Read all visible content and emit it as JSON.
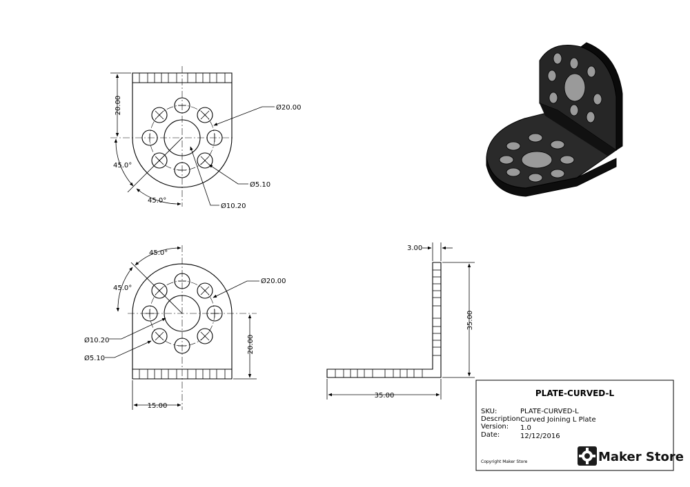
{
  "title_block": {
    "title": "PLATE-CURVED-L",
    "rows": [
      {
        "label": "SKU:",
        "value": "PLATE-CURVED-L"
      },
      {
        "label": "Description:",
        "value": "Curved Joining L Plate"
      },
      {
        "label": "Version:",
        "value": "1.0"
      },
      {
        "label": "Date:",
        "value": "12/12/2016"
      }
    ],
    "copyright": "Copyright Maker Store",
    "brand": "Maker Store"
  },
  "top_view": {
    "height_dim": "20.00",
    "angle_left": "45.0°",
    "angle_bottom": "45.0°",
    "dia_bolt_circle": "Ø20.00",
    "dia_small_hole": "Ø5.10",
    "dia_center_hole": "Ø10.20"
  },
  "bottom_view": {
    "angle_top": "45.0°",
    "angle_left": "45.0°",
    "dia_bolt_circle": "Ø20.00",
    "dia_center_hole": "Ø10.20",
    "dia_small_hole": "Ø5.10",
    "height_dim": "20.00",
    "width_dim": "15.00"
  },
  "side_view": {
    "thickness_dim": "3.00",
    "height_dim": "35.00",
    "length_dim": "35.00"
  }
}
